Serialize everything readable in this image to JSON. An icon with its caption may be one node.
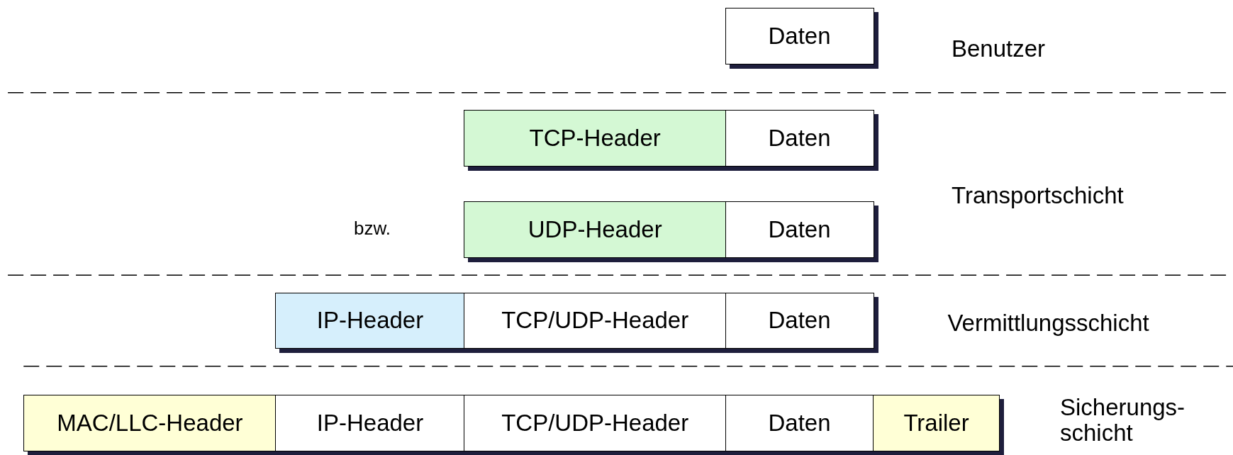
{
  "diagram": {
    "nodes": [
      {
        "text": [
          "Daten"
        ]
      },
      {
        "text": [
          "TCP-Header"
        ]
      },
      {
        "text": [
          "Daten"
        ]
      },
      {
        "text": [
          "UDP-Header"
        ]
      },
      {
        "text": [
          "Daten"
        ]
      },
      {
        "text": [
          "IP-Header"
        ]
      },
      {
        "text": [
          "TCP/UDP-Header"
        ]
      },
      {
        "text": [
          "Daten"
        ]
      },
      {
        "text": [
          "MAC/LLC-Header"
        ]
      },
      {
        "text": [
          "IP-Header"
        ]
      },
      {
        "text": [
          "TCP/UDP-Header"
        ]
      },
      {
        "text": [
          "Daten"
        ]
      },
      {
        "text": [
          "Trailer"
        ]
      }
    ],
    "labels": [
      "Benutzer",
      "Transportschicht",
      "bzw.",
      "Vermittlungsschicht",
      "Sicherungs- schicht"
    ]
  }
}
